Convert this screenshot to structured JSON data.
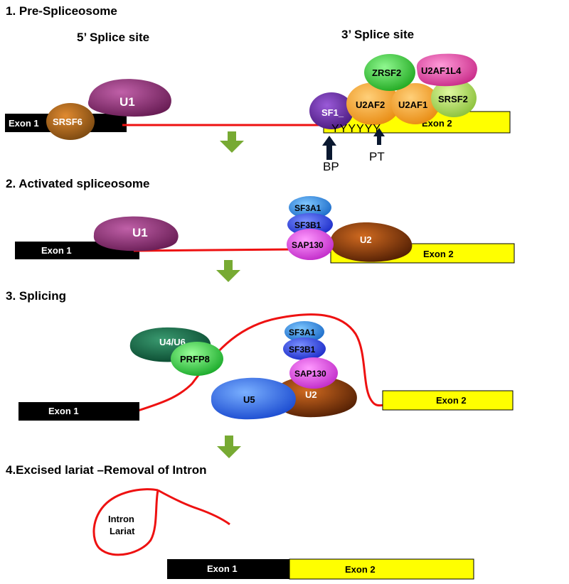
{
  "stages": {
    "s1": {
      "title": "1. Pre-Spliceosome",
      "five_prime": "5’ Splice site",
      "three_prime": "3’ Splice site"
    },
    "s2": {
      "title": "2. Activated spliceosome"
    },
    "s3": {
      "title": "3. Splicing"
    },
    "s4": {
      "title": "4.Excised lariat –Removal of Intron"
    }
  },
  "labels": {
    "exon1": "Exon 1",
    "exon2": "Exon 2",
    "u1": "U1",
    "srsf6": "SRSF6",
    "sf1": "SF1_",
    "u2af2": "U2AF2",
    "u2af1": "U2AF1",
    "srsf2": "SRSF2",
    "zrsf2": "ZRSF2",
    "u2af1l4": "U2AF1L4",
    "pyrimidine_tract": "YYYYYY",
    "bp": "BP",
    "pt": "PT",
    "sf3a1": "SF3A1",
    "sf3b1": "SF3B1",
    "sap130": "SAP130",
    "u2": "U2",
    "u4u6": "U4/U6",
    "prfp8": "PRFP8",
    "u5": "U5",
    "intron_lariat_line1": "Intron",
    "intron_lariat_line2": "Lariat"
  },
  "colors": {
    "exon1": "#000000",
    "exon2": "#ffff00",
    "intron": "#ee1111",
    "arrow": "#77aa33",
    "u1": "#8a2a70",
    "srsf6": "#a86418",
    "sf1": "#6a2a9e",
    "u2af": "#f5a02a",
    "srsf2": "#a8d84a",
    "zrsf2": "#3cc83c",
    "u2af1l4": "#e04aa8",
    "sf3a1": "#2a8ae0",
    "sf3b1": "#2a4ae0",
    "sap130": "#e048e0",
    "u2": "#8a3c0a",
    "u4u6": "#1a6a4a",
    "prfp8": "#2ac83a",
    "u5": "#2a6ae8"
  }
}
